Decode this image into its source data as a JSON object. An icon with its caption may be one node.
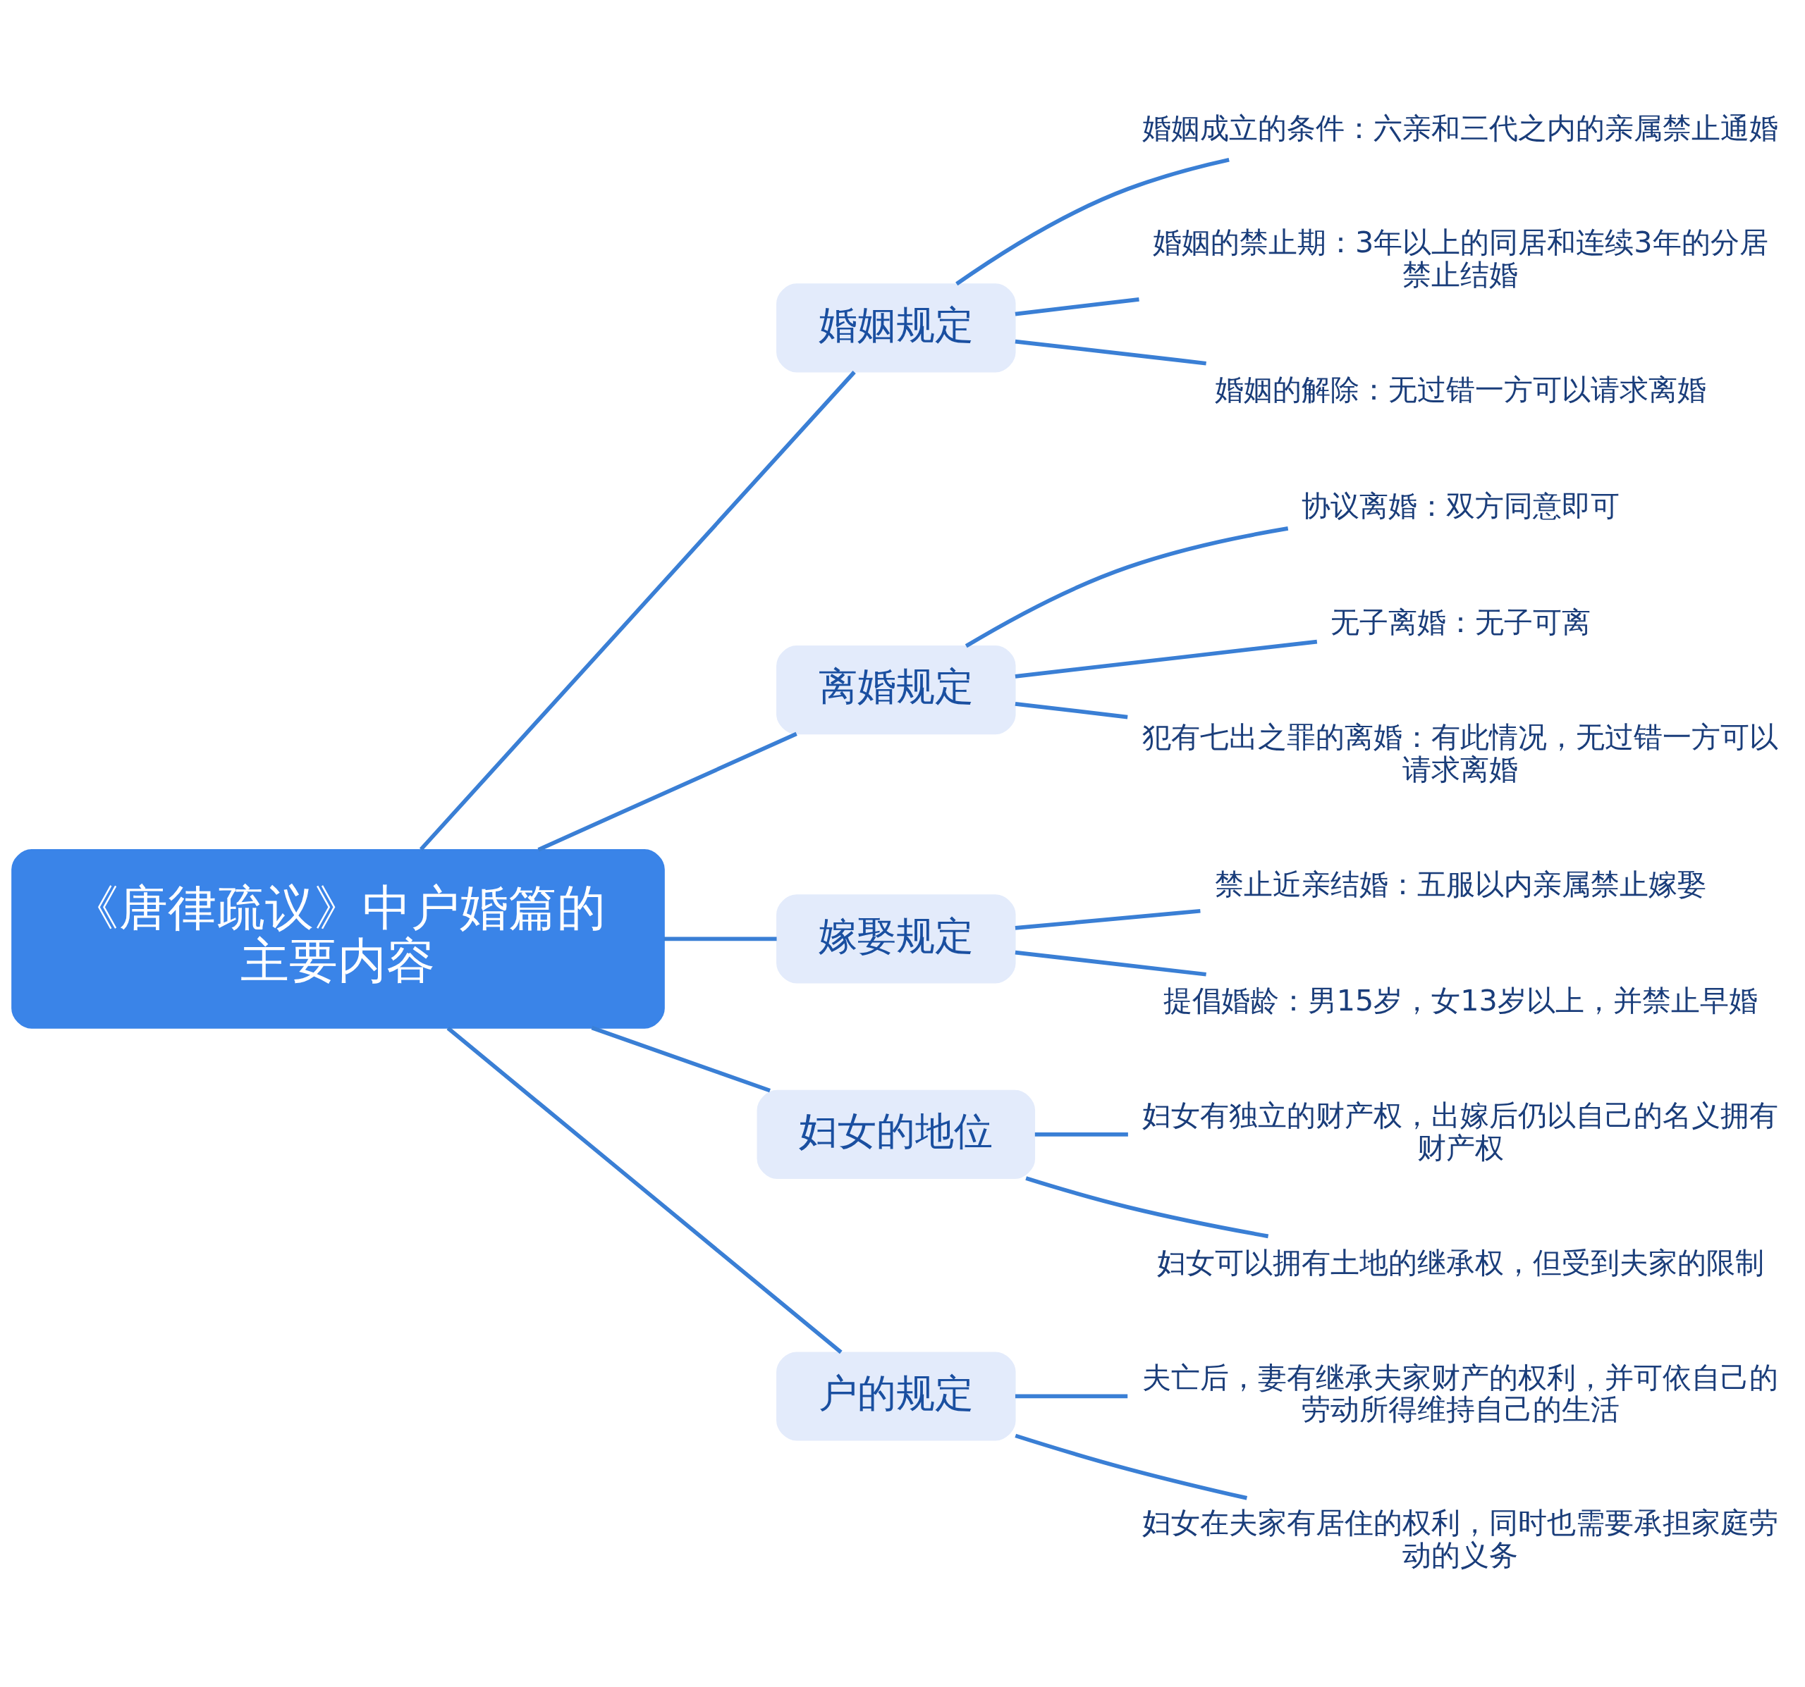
{
  "diagram": {
    "nodes": [
      {
        "text": [
          "《唐律疏议》中户婚篇的主要内容"
        ]
      },
      {
        "text": [
          "婚姻规定"
        ]
      },
      {
        "text": [
          "婚姻成立的条件：六亲和三代之内的亲属禁止通婚"
        ]
      },
      {
        "text": [
          "婚姻的禁止期：3年以上的同居和连续3年的分居禁止结婚"
        ]
      },
      {
        "text": [
          "婚姻的解除：无过错一方可以请求离婚"
        ]
      },
      {
        "text": [
          "离婚规定"
        ]
      },
      {
        "text": [
          "协议离婚：双方同意即可"
        ]
      },
      {
        "text": [
          "无子离婚：无子可离"
        ]
      },
      {
        "text": [
          "犯有七出之罪的离婚：有此情况，无过错一方可以请求离婚"
        ]
      },
      {
        "text": [
          "嫁娶规定"
        ]
      },
      {
        "text": [
          "禁止近亲结婚：五服以内亲属禁止嫁娶"
        ]
      },
      {
        "text": [
          "提倡婚龄：男15岁，女13岁以上，并禁止早婚"
        ]
      },
      {
        "text": [
          "妇女的地位"
        ]
      },
      {
        "text": [
          "妇女有独立的财产权，出嫁后仍以自己的名义拥有财产权"
        ]
      },
      {
        "text": [
          "妇女可以拥有土地的继承权，但受到夫家的限制"
        ]
      },
      {
        "text": [
          "户的规定"
        ]
      },
      {
        "text": [
          "夫亡后，妻有继承夫家财产的权利，并可依自己的劳动所得维持自己的生活"
        ]
      },
      {
        "text": [
          "妇女在夫家有居住的权利，同时也需要承担家庭劳动的义务"
        ]
      }
    ],
    "edges": [
      {
        "from": 0,
        "to": 1,
        "arrow": "none"
      },
      {
        "from": 0,
        "to": 5,
        "arrow": "none"
      },
      {
        "from": 0,
        "to": 9,
        "arrow": "none"
      },
      {
        "from": 0,
        "to": 12,
        "arrow": "none"
      },
      {
        "from": 0,
        "to": 15,
        "arrow": "none"
      },
      {
        "from": 1,
        "to": 2,
        "arrow": "none"
      },
      {
        "from": 1,
        "to": 3,
        "arrow": "none"
      },
      {
        "from": 1,
        "to": 4,
        "arrow": "none"
      },
      {
        "from": 5,
        "to": 6,
        "arrow": "none"
      },
      {
        "from": 5,
        "to": 7,
        "arrow": "none"
      },
      {
        "from": 5,
        "to": 8,
        "arrow": "none"
      },
      {
        "from": 9,
        "to": 10,
        "arrow": "none"
      },
      {
        "from": 9,
        "to": 11,
        "arrow": "none"
      },
      {
        "from": 12,
        "to": 13,
        "arrow": "none"
      },
      {
        "from": 12,
        "to": 14,
        "arrow": "none"
      },
      {
        "from": 15,
        "to": 16,
        "arrow": "none"
      },
      {
        "from": 15,
        "to": 17,
        "arrow": "none"
      }
    ]
  }
}
